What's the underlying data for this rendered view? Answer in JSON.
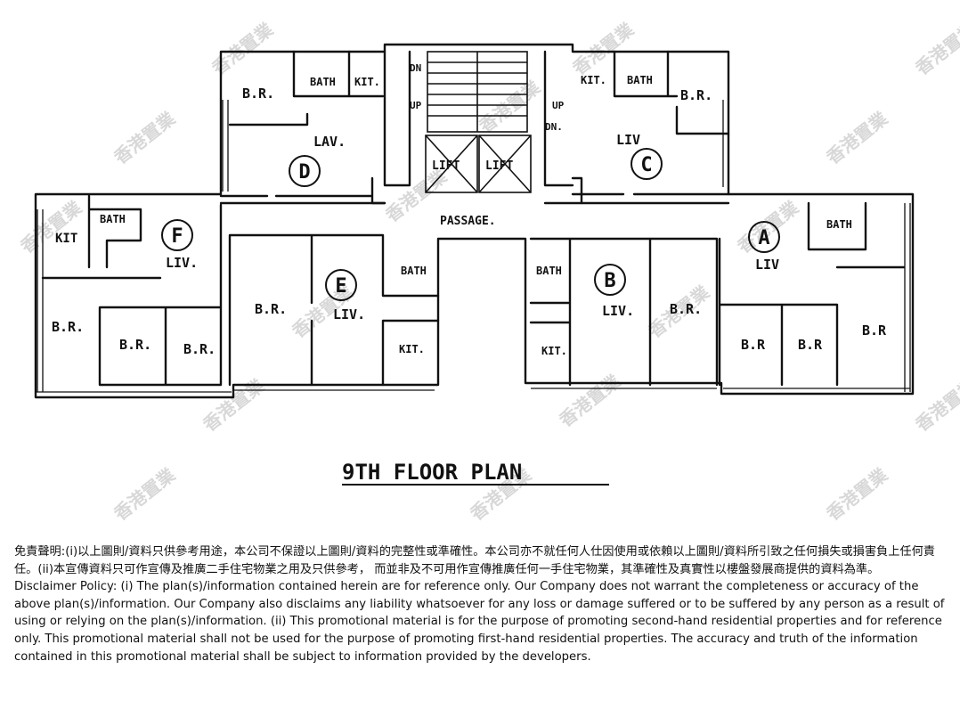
{
  "plan": {
    "title": "9TH FLOOR PLAN",
    "watermark": "香港置業",
    "units": [
      {
        "key": "D",
        "letter": "D",
        "liv": "LAV.",
        "rooms": [
          {
            "t": "B.R."
          },
          {
            "t": "BATH"
          },
          {
            "t": "KIT."
          }
        ]
      },
      {
        "key": "C",
        "letter": "C",
        "liv": "LIV",
        "rooms": [
          {
            "t": "KIT."
          },
          {
            "t": "BATH"
          },
          {
            "t": "B.R."
          }
        ]
      },
      {
        "key": "F",
        "letter": "F",
        "liv": "LIV.",
        "rooms": [
          {
            "t": "KIT"
          },
          {
            "t": "BATH"
          },
          {
            "t": "B.R."
          },
          {
            "t": "B.R."
          },
          {
            "t": "B.R."
          }
        ]
      },
      {
        "key": "E",
        "letter": "E",
        "liv": "LIV.",
        "rooms": [
          {
            "t": "B.R."
          },
          {
            "t": "BATH"
          },
          {
            "t": "KIT."
          }
        ]
      },
      {
        "key": "B",
        "letter": "B",
        "liv": "LIV.",
        "rooms": [
          {
            "t": "BATH"
          },
          {
            "t": "B.R."
          },
          {
            "t": "KIT."
          }
        ]
      },
      {
        "key": "A",
        "letter": "A",
        "liv": "LIV",
        "rooms": [
          {
            "t": "BATH"
          },
          {
            "t": "B.R"
          },
          {
            "t": "B.R"
          },
          {
            "t": "B.R"
          }
        ]
      }
    ],
    "core": {
      "passage": "PASSAGE.",
      "lift": "LIFT",
      "lift2": "LIFT",
      "dn": "DN",
      "up": "UP",
      "up2": "UP",
      "dn2": "DN."
    }
  },
  "disclaimer": {
    "zh": "免責聲明:(i)以上圖則/資料只供參考用途，本公司不保證以上圖則/資料的完整性或準確性。本公司亦不就任何人仕因使用或依賴以上圖則/資料所引致之任何損失或損害負上任何責任。(ii)本宣傳資料只可作宣傳及推廣二手住宅物業之用及只供參考， 而並非及不可用作宣傳推廣任何一手住宅物業，其準確性及真實性以樓盤發展商提供的資料為準。",
    "en": "Disclaimer Policy: (i) The plan(s)/information contained herein are for reference only. Our Company does not warrant the completeness or accuracy of the above plan(s)/information. Our Company also disclaims any liability whatsoever for any loss or damage suffered or to be suffered by any person as a result of using or relying on the plan(s)/information. (ii) This promotional material is for the purpose of promoting second-hand residential properties and for reference only. This promotional material shall not be used for the purpose of promoting first-hand residential properties. The accuracy and truth of the information contained in this promotional material shall be subject to information provided by the developers."
  }
}
